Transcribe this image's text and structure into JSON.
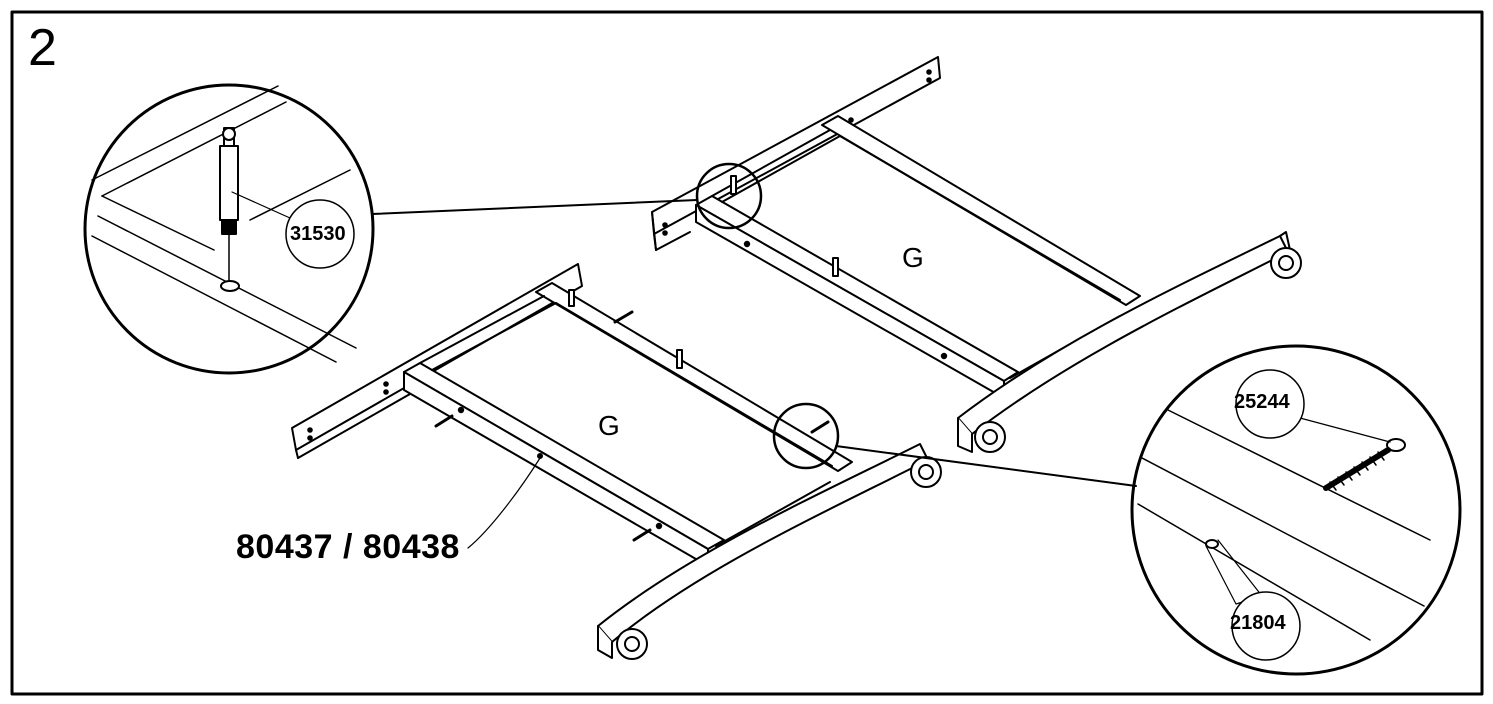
{
  "step_number": "2",
  "panel_labels": {
    "upper": "G",
    "lower": "G"
  },
  "part_number_label": "80437 / 80438",
  "callouts": {
    "cam_bolt": "31530",
    "screw": "25244",
    "dowel": "21804"
  }
}
